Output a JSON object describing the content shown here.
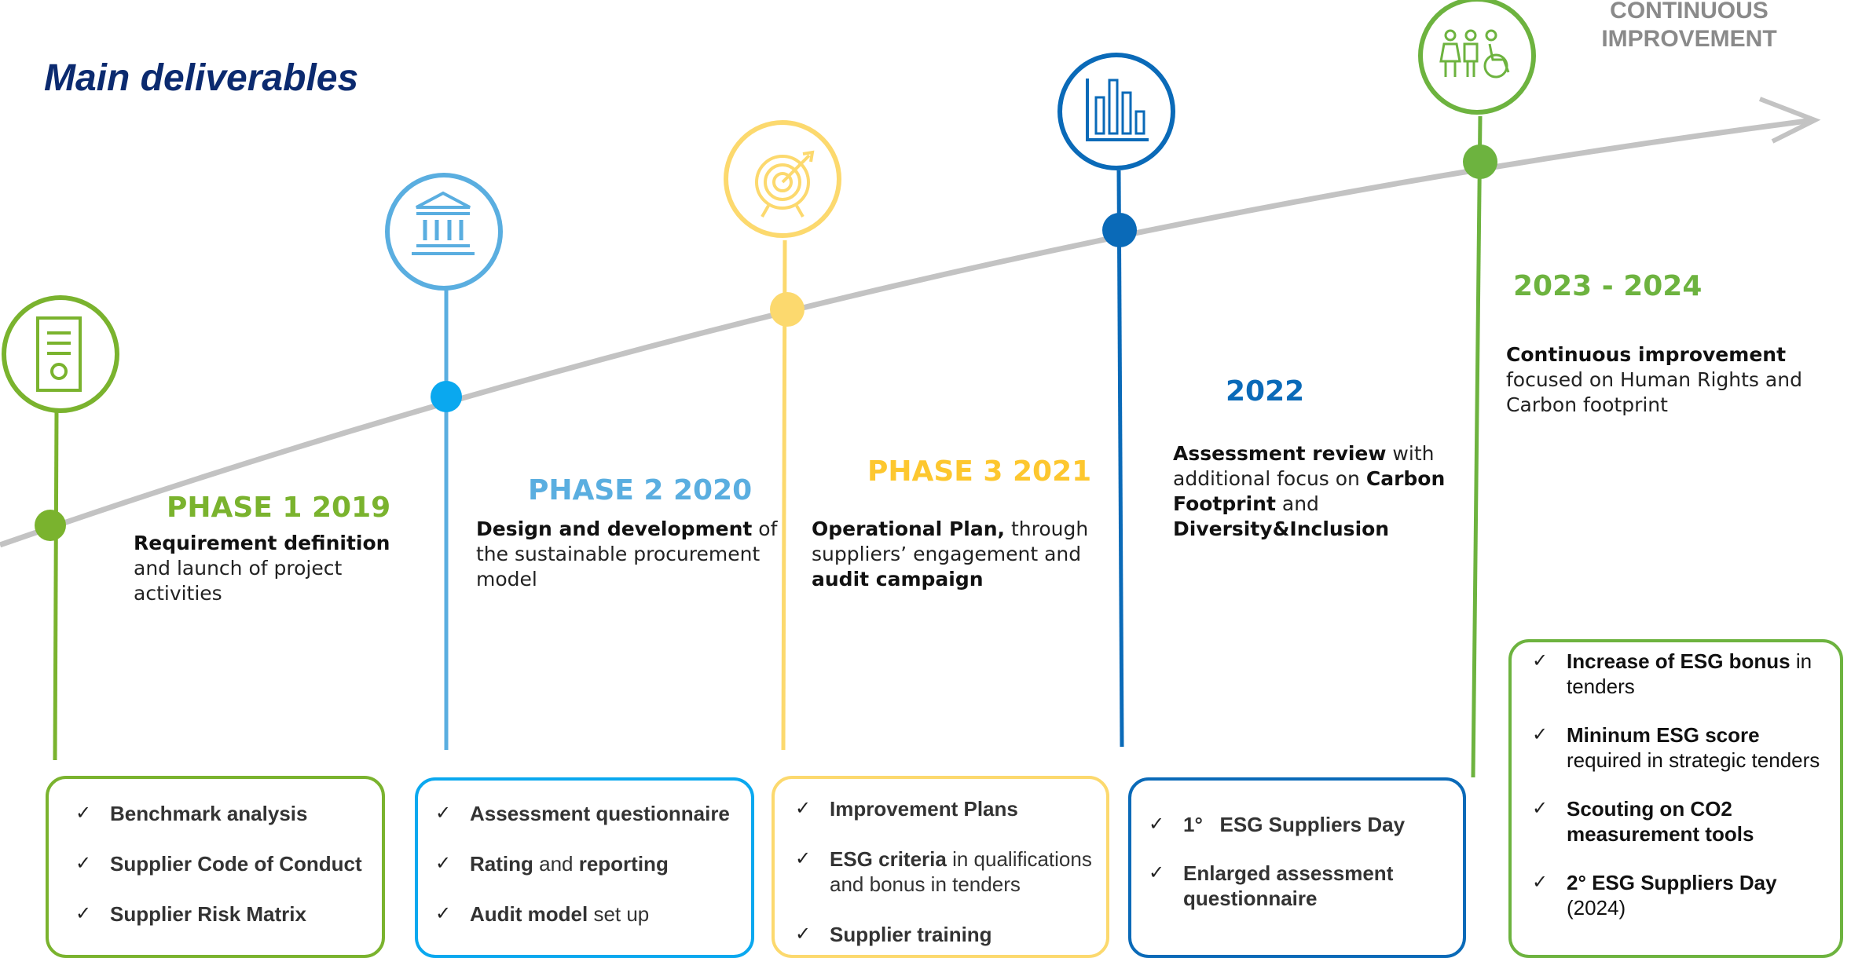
{
  "title": "Main deliverables",
  "continuous_label": [
    "CONTINUOUS",
    "IMPROVEMENT"
  ],
  "colors": {
    "phase1": "#7ab32e",
    "phase2": "#5aaee0",
    "phase3": "#fcd96e",
    "y2022": "#0a6ab8",
    "y2023": "#6db33f",
    "curve": "#c3c3c3",
    "title": "#0b2a6f"
  },
  "milestones": [
    {
      "heading": "PHASE 1 2019",
      "heading_color": "#7ab32e",
      "icon": "document-icon",
      "desc_bold": "Requirement definition",
      "desc_rest": " and launch of project activities",
      "items": [
        {
          "bold": "Benchmark analysis",
          "rest": ""
        },
        {
          "bold": "Supplier Code of Conduct",
          "rest": ""
        },
        {
          "bold": "Supplier Risk Matrix",
          "rest": ""
        }
      ]
    },
    {
      "heading": "PHASE 2 2020",
      "heading_color": "#5aaee0",
      "icon": "institution-icon",
      "desc_bold": "Design and development",
      "desc_rest": " of the sustainable procurement model",
      "items": [
        {
          "bold": "Assessment questionnaire",
          "rest": ""
        },
        {
          "bold": "Rating",
          "rest": " and ",
          "bold2": "reporting"
        },
        {
          "bold": "Audit model",
          "rest": " set up"
        }
      ]
    },
    {
      "heading": "PHASE 3 2021",
      "heading_color": "#fdc72f",
      "icon": "target-icon",
      "desc_bold": "Operational Plan,",
      "desc_rest": " through suppliers’ engagement and ",
      "desc_bold2": "audit campaign",
      "items": [
        {
          "bold": "Improvement Plans",
          "rest": ""
        },
        {
          "bold": "ESG criteria",
          "rest": " in qualifications and bonus in tenders"
        },
        {
          "bold": "Supplier training",
          "rest": ""
        }
      ]
    },
    {
      "heading": "2022",
      "heading_color": "#0a6ab8",
      "icon": "bar-chart-icon",
      "desc_parts": [
        {
          "b": true,
          "t": "Assessment review"
        },
        {
          "b": false,
          "t": " with additional focus on "
        },
        {
          "b": true,
          "t": "Carbon Footprint"
        },
        {
          "b": false,
          "t": " and "
        },
        {
          "b": true,
          "t": "Diversity&Inclusion"
        }
      ],
      "items": [
        {
          "bold": "1°   ESG Suppliers Day",
          "rest": ""
        },
        {
          "bold": "Enlarged assessment questionnaire",
          "rest": ""
        }
      ]
    },
    {
      "heading": "2023 - 2024",
      "heading_color": "#6db33f",
      "icon": "people-icon",
      "desc_bold": "Continuous improvement",
      "desc_rest": " focused on Human Rights and Carbon footprint",
      "items": [
        {
          "bold": "Increase of ESG bonus",
          "rest": " in tenders"
        },
        {
          "bold": "Mininum ESG score",
          "rest": " required in strategic tenders"
        },
        {
          "bold": "Scouting on CO2 measurement tools",
          "rest": ""
        },
        {
          "bold": "2° ESG Suppliers Day",
          "rest": " (2024)"
        }
      ]
    }
  ]
}
